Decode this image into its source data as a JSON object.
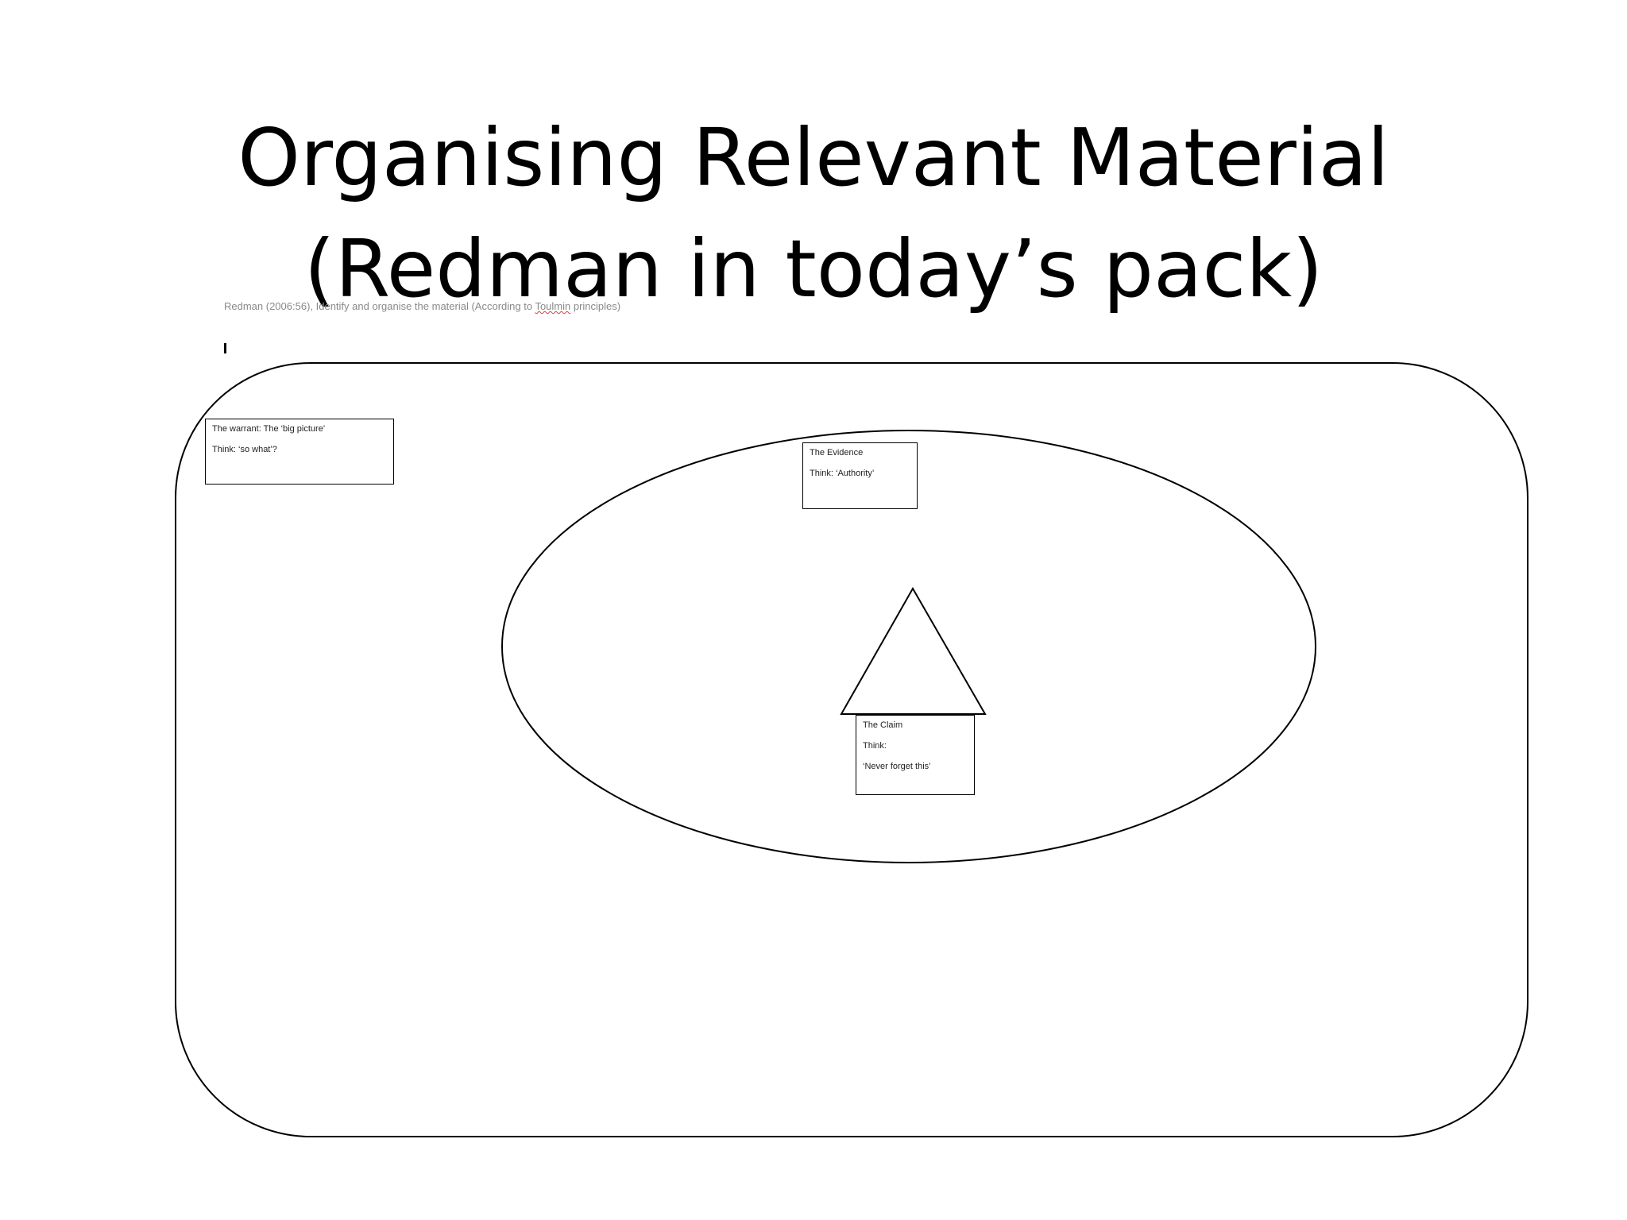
{
  "slide": {
    "title_line1": "Organising Relevant Material",
    "title_line2": "(Redman in today’s pack)"
  },
  "diagram": {
    "caption_before": "Redman (2006:56), Identify and organise the material (According to ",
    "caption_squiggle": "Toulmin",
    "caption_after": " principles)",
    "warrant": {
      "line1": "The warrant:  The ‘big picture’",
      "line2": "Think: ‘so what’?"
    },
    "evidence": {
      "line1": "The Evidence",
      "line2": "Think: ‘Authority’"
    },
    "claim": {
      "line1": "The Claim",
      "line2": "Think:",
      "line3": "‘Never forget this’"
    }
  }
}
